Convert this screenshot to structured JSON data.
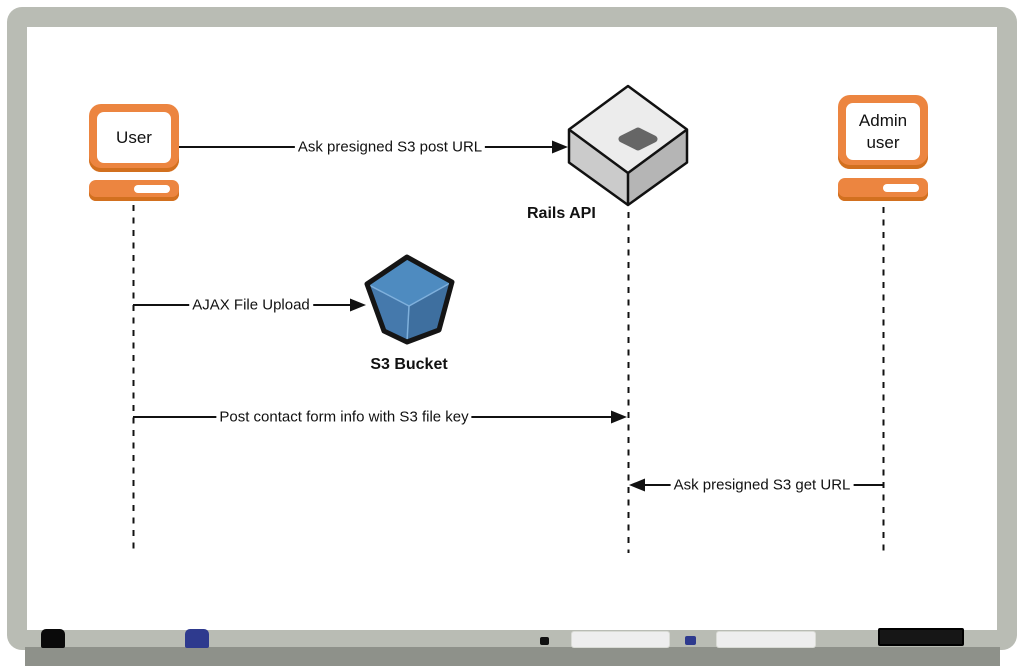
{
  "diagram": {
    "actors": {
      "user": {
        "label": "User",
        "type": "computer"
      },
      "rails_api": {
        "label": "Rails API",
        "type": "cube"
      },
      "admin_user": {
        "label": "Admin user",
        "type": "computer"
      },
      "s3_bucket": {
        "label": "S3 Bucket",
        "type": "bucket"
      }
    },
    "messages": [
      {
        "label": "Ask presigned S3 post URL",
        "from": "User",
        "to": "Rails API",
        "direction": "right"
      },
      {
        "label": "AJAX File Upload",
        "from": "User",
        "to": "S3 Bucket",
        "direction": "right"
      },
      {
        "label": "Post contact form info with S3 file key",
        "from": "User",
        "to": "Rails API",
        "direction": "right"
      },
      {
        "label": "Ask presigned S3 get URL",
        "from": "Admin user",
        "to": "Rails API",
        "direction": "left"
      }
    ]
  },
  "whiteboard": {
    "frame_color": "#b9bcb4",
    "shelf_color": "#8e918a",
    "tray_items": [
      "black-marker",
      "blue-marker",
      "black-speck",
      "white-eraser",
      "blue-speck",
      "white-eraser",
      "black-eraser"
    ]
  },
  "colors": {
    "actor_orange": "#EC8540",
    "actor_orange_shade": "#d2701f",
    "bucket_blue_top": "#4e8bc0",
    "bucket_blue_left": "#4579ac",
    "bucket_blue_right": "#3e6f9f",
    "cube_gray_top": "#ececec",
    "cube_gray_left": "#cbcbcb",
    "cube_gray_right": "#b5b5b5",
    "cube_hole": "#666666",
    "marker_black": "#0a0a0a",
    "marker_blue": "#2e3a8e",
    "line_black": "#111111"
  }
}
